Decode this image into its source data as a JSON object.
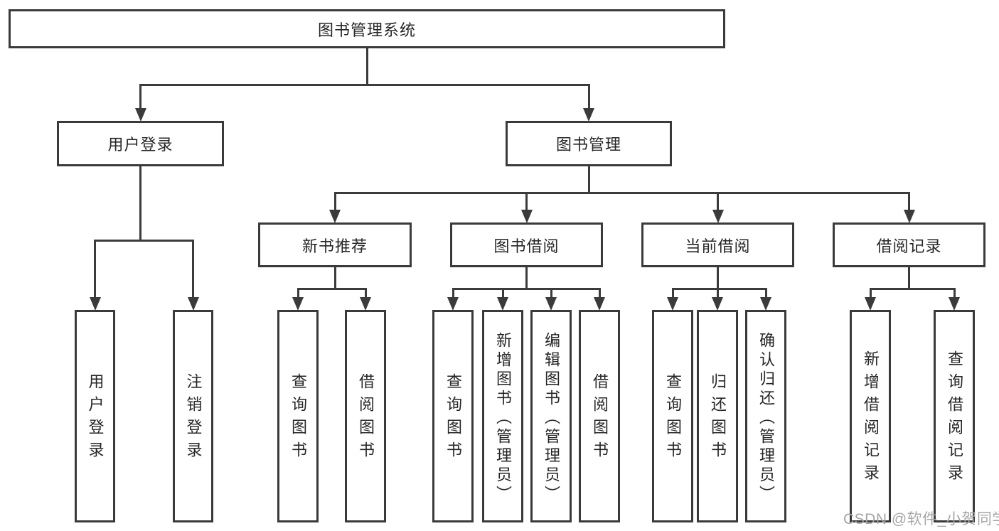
{
  "diagram": {
    "title": "图书管理系统",
    "nodes": [
      {
        "id": "root",
        "label": "图书管理系统",
        "parent": null
      },
      {
        "id": "user-login",
        "label": "用户登录",
        "parent": "root"
      },
      {
        "id": "book-mgmt",
        "label": "图书管理",
        "parent": "root"
      },
      {
        "id": "new-book-rec",
        "label": "新书推荐",
        "parent": "book-mgmt"
      },
      {
        "id": "book-borrow",
        "label": "图书借阅",
        "parent": "book-mgmt"
      },
      {
        "id": "current-borrow",
        "label": "当前借阅",
        "parent": "book-mgmt"
      },
      {
        "id": "borrow-records",
        "label": "借阅记录",
        "parent": "book-mgmt"
      },
      {
        "id": "leaf-user-login",
        "label": "用户登录",
        "parent": "user-login"
      },
      {
        "id": "leaf-logout",
        "label": "注销登录",
        "parent": "user-login"
      },
      {
        "id": "nbr-query",
        "label": "查询图书",
        "parent": "new-book-rec"
      },
      {
        "id": "nbr-borrow",
        "label": "借阅图书",
        "parent": "new-book-rec"
      },
      {
        "id": "bb-query",
        "label": "查询图书",
        "parent": "book-borrow"
      },
      {
        "id": "bb-add",
        "label": "新增图书（管理员）",
        "parent": "book-borrow"
      },
      {
        "id": "bb-edit",
        "label": "编辑图书（管理员）",
        "parent": "book-borrow"
      },
      {
        "id": "bb-borrow",
        "label": "借阅图书",
        "parent": "book-borrow"
      },
      {
        "id": "cb-query",
        "label": "查询图书",
        "parent": "current-borrow"
      },
      {
        "id": "cb-return",
        "label": "归还图书",
        "parent": "current-borrow"
      },
      {
        "id": "cb-confirm",
        "label": "确认归还（管理员）",
        "parent": "current-borrow"
      },
      {
        "id": "br-add",
        "label": "新增借阅记录",
        "parent": "borrow-records"
      },
      {
        "id": "br-query",
        "label": "查询借阅记录",
        "parent": "borrow-records"
      }
    ]
  },
  "watermark": {
    "text": "CSDN @软件_小贺同学"
  },
  "colors": {
    "line": "#3b3b3b",
    "box_border": "#3a3a3a",
    "text": "#262626",
    "watermark": "#a6a6a6",
    "background": "#ffffff"
  }
}
